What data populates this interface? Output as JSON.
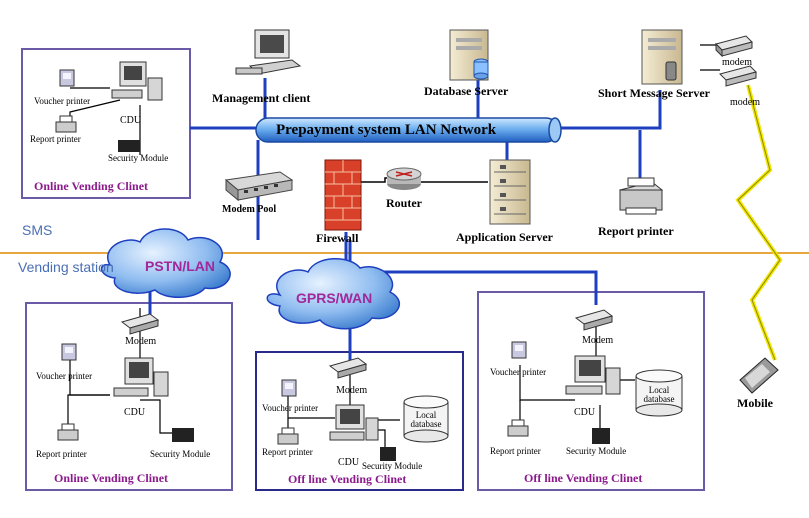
{
  "network": {
    "bus_label": "Prepayment system LAN Network"
  },
  "zones": {
    "top": "SMS",
    "bottom": "Vending station"
  },
  "clouds": {
    "pstn": "PSTN/LAN",
    "gprs": "GPRS/WAN"
  },
  "servers": {
    "management": "Management client",
    "database": "Database Server",
    "sms": "Short Message Server",
    "application": "Application Server",
    "report_printer": "Report printer",
    "modem_pool": "Modem Pool",
    "firewall": "Firewall",
    "router": "Router",
    "mobile": "Mobile",
    "modem_a": "modem",
    "modem_b": "modem"
  },
  "client_top": {
    "voucher": "Voucher printer",
    "cdu": "CDU",
    "report": "Report printer",
    "security": "Security Module",
    "title": "Online Vending Clinet"
  },
  "client_bl": {
    "modem": "Modem",
    "voucher": "Voucher printer",
    "cdu": "CDU",
    "report": "Report printer",
    "security": "Security Module",
    "title": "Online Vending Clinet"
  },
  "client_bm": {
    "modem": "Modem",
    "voucher": "Voucher printer",
    "db": "Local database",
    "cdu": "CDU",
    "report": "Report printer",
    "security": "Security Module",
    "title": "Off line Vending Clinet"
  },
  "client_br": {
    "modem": "Modem",
    "voucher": "Voucher printer",
    "db": "Local database",
    "cdu": "CDU",
    "report": "Report printer",
    "security": "Security Module",
    "title": "Off line Vending Clinet"
  },
  "colors": {
    "link": "#1e3fbf",
    "box": "#6a5aa8",
    "divider": "#e8a640",
    "wireless": "#f2e600"
  }
}
